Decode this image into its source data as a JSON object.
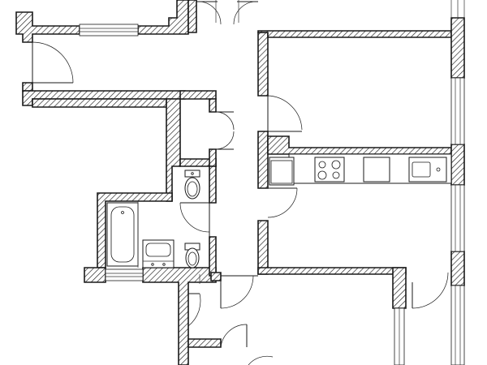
{
  "diagram": {
    "kind": "floor-plan",
    "colors": {
      "line": "#1a1a1a",
      "background": "#ffffff",
      "hatch": "#1a1a1a"
    },
    "rooms": [
      "living-room",
      "bedroom-top-right",
      "bedroom-bottom",
      "kitchen",
      "bathroom",
      "toilet",
      "hall",
      "corridor",
      "closet"
    ],
    "fixtures": [
      "bathtub",
      "washbasin",
      "toilet-bathroom",
      "toilet-wc",
      "stove",
      "kitchen-sink",
      "fridge",
      "countertop"
    ]
  }
}
